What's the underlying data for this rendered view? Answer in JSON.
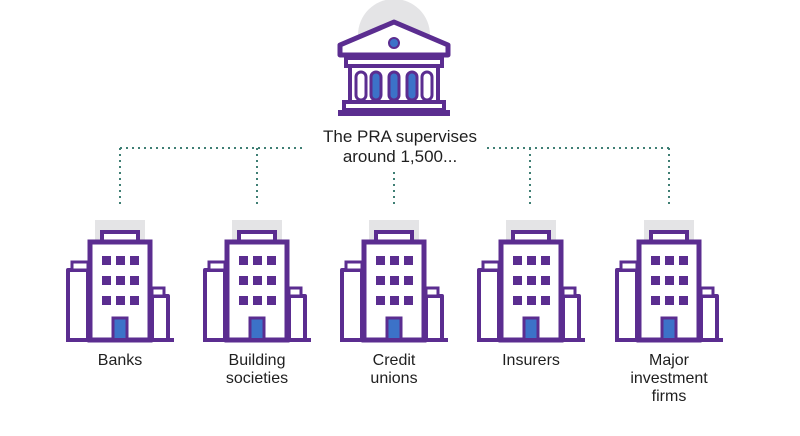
{
  "header": {
    "line1": "The PRA supervises",
    "line2": "around 1,500..."
  },
  "categories": [
    {
      "lines": [
        "Banks"
      ]
    },
    {
      "lines": [
        "Building",
        "societies"
      ]
    },
    {
      "lines": [
        "Credit",
        "unions"
      ]
    },
    {
      "lines": [
        "Insurers"
      ]
    },
    {
      "lines": [
        "Major",
        "investment",
        "firms"
      ]
    }
  ],
  "icons": {
    "top": "bank-building-icon",
    "category": "office-building-icon"
  },
  "colors": {
    "accent": "#5b2d90",
    "window": "#3c72c8",
    "shadow": "#e4e4e6",
    "connector": "#3f7f74",
    "text": "#1f1f1f"
  }
}
